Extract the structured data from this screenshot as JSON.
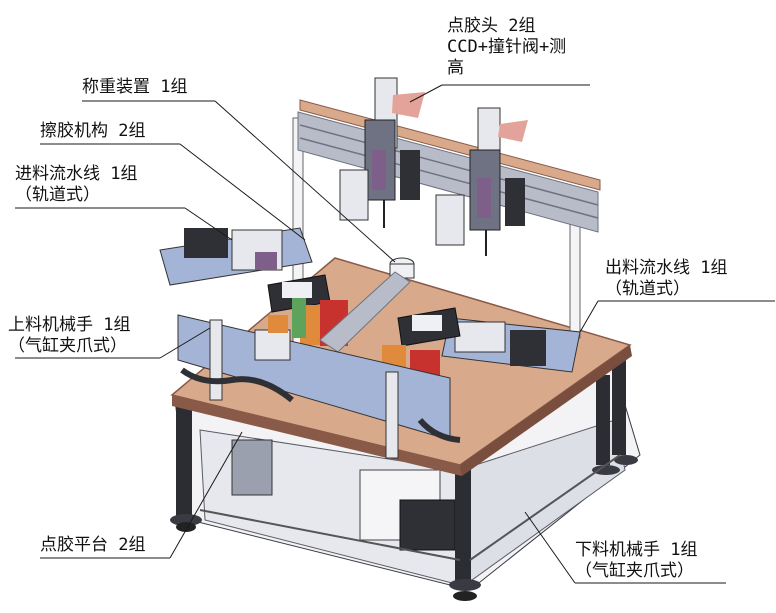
{
  "colors": {
    "background": "#ffffff",
    "frame": "#4d4f57",
    "frame_dark": "#2c2d33",
    "plate": "#d9a98c",
    "plate_edge": "#8a5a48",
    "rail": "#b8bcc8",
    "rail_dark": "#6e7282",
    "purple": "#7d5f8a",
    "blue_panel": "#a4b4d6",
    "orange": "#e08a3c",
    "red": "#c8322e",
    "white_part": "#eef0f4",
    "green": "#5ea35b",
    "pink": "#e3a39a"
  },
  "labels": {
    "dispense_head": {
      "line1": "点胶头 2组",
      "line2": "CCD+撞针阀+测",
      "line3": "高"
    },
    "weighing": {
      "line1": "称重装置 1组"
    },
    "wiping": {
      "line1": "擦胶机构 2组"
    },
    "infeed": {
      "line1": "进料流水线 1组",
      "line2": "（轨道式）"
    },
    "outfeed": {
      "line1": "出料流水线 1组",
      "line2": "（轨道式）"
    },
    "loading_robot": {
      "line1": "上料机械手 1组",
      "line2": "（气缸夹爪式）"
    },
    "dispense_platform": {
      "line1": "点胶平台 2组"
    },
    "unloading_robot": {
      "line1": "下料机械手 1组",
      "line2": "（气缸夹爪式）"
    }
  }
}
